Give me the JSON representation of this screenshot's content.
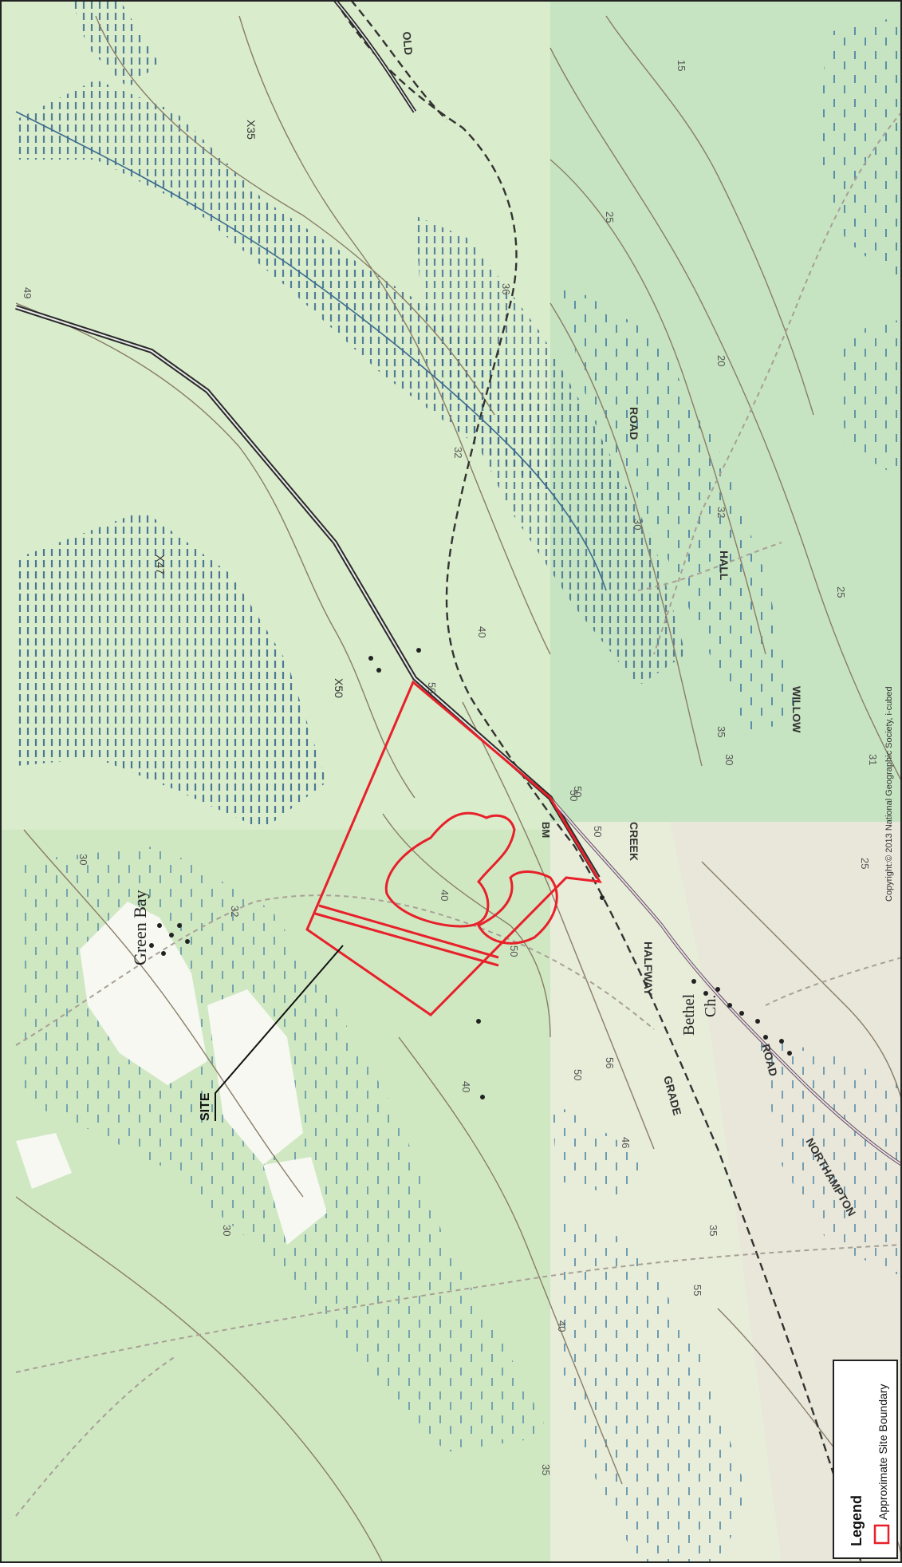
{
  "map": {
    "labels": {
      "site": "SITE",
      "green_bay": "Green Bay",
      "bethel": "Bethel",
      "ch": "Ch.",
      "old": "OLD",
      "road": "ROAD",
      "hall": "HALL",
      "willow": "WILLOW",
      "halfway": "HALFWAY",
      "creek": "CREEK",
      "grade": "GRADE",
      "road2": "ROAD",
      "northampton": "NORTHAMPTON",
      "bm": "BM"
    },
    "spot_elevations": [
      "X35",
      "X47",
      "X50"
    ],
    "contour_labels": [
      "49",
      "36",
      "32",
      "50",
      "50",
      "40",
      "15",
      "25",
      "20",
      "30",
      "32",
      "25",
      "35",
      "30",
      "31",
      "25",
      "50",
      "50",
      "40",
      "32",
      "30",
      "50",
      "56",
      "46",
      "35",
      "30",
      "40",
      "50",
      "55",
      "40",
      "35"
    ],
    "copyright": "Copyright:© 2013 National Geographic Society, i-cubed",
    "colors": {
      "base_green": "#d6ebc7",
      "dark_green": "#c4e2bd",
      "contour": "#8a7d68",
      "water": "#3b6b8f",
      "site_boundary": "#e8202a",
      "road": "#2a2a2a",
      "town_pink": "#e6c8df"
    }
  },
  "legend": {
    "title": "Legend",
    "items": [
      {
        "label": "Approximate Site Boundary",
        "color": "#e8202a"
      }
    ]
  }
}
